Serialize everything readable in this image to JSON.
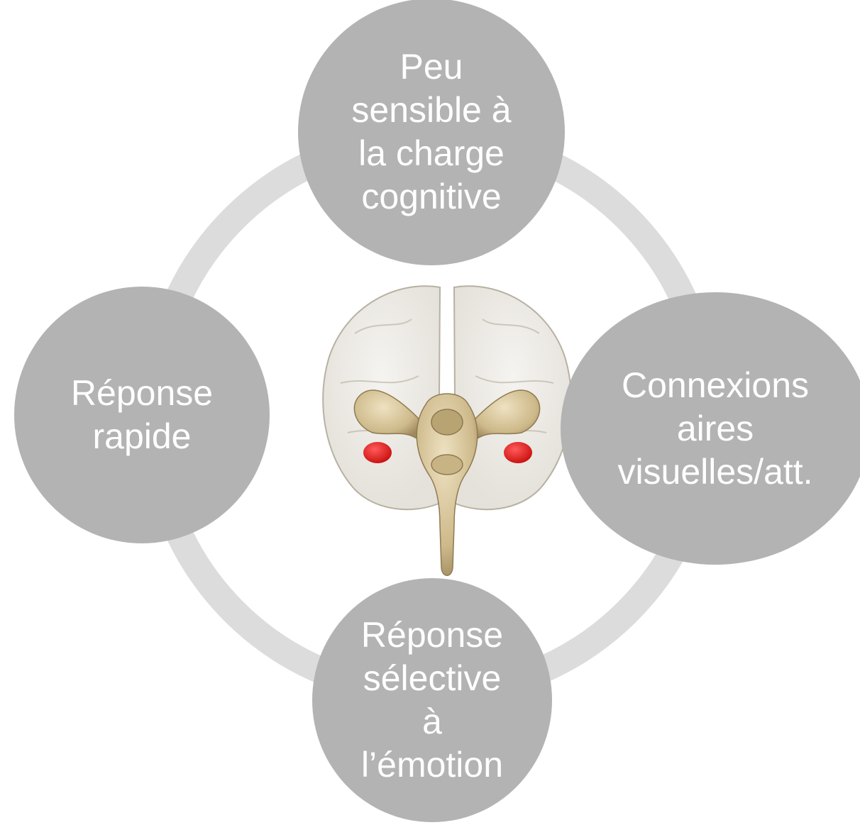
{
  "diagram": {
    "type": "cycle",
    "colors": {
      "node_fill": "#b3b3b3",
      "ring": "#dcdcdc",
      "text": "#ffffff",
      "brain_structure": "#d4c29a",
      "amygdala_highlight": "#e01818"
    },
    "center_image": "brain-amygdala-illustration",
    "nodes": {
      "top": "Peu\nsensible à\nla charge\ncognitive",
      "right": "Connexions\naires\nvisuelles/att.",
      "bottom": "Réponse\nsélective\nà\nl’émotion",
      "left": "Réponse\nrapide"
    }
  }
}
